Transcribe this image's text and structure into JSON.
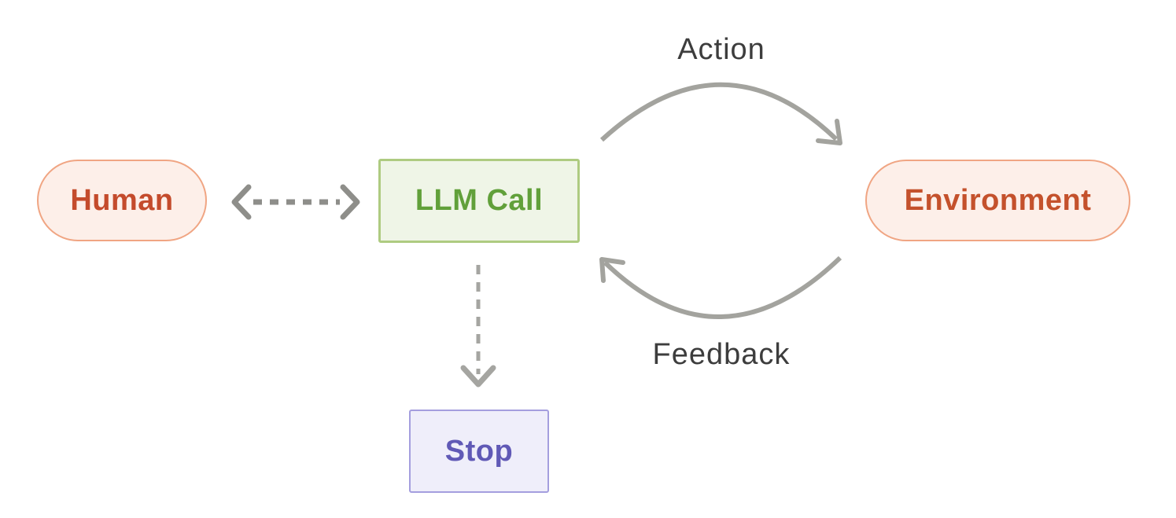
{
  "diagram": {
    "title": "Agent loop diagram",
    "background_color": "#ffffff",
    "nodes": {
      "human": {
        "label": "Human",
        "shape": "pill",
        "fill": "#fdefe9",
        "border_color": "#f0a583",
        "text_color": "#c44b2c"
      },
      "llm_call": {
        "label": "LLM Call",
        "shape": "rectangle",
        "fill": "#eff5e7",
        "border_color": "#aecb81",
        "text_color": "#61a03a"
      },
      "environment": {
        "label": "Environment",
        "shape": "pill",
        "fill": "#fdefe9",
        "border_color": "#f0a583",
        "text_color": "#c4512c"
      },
      "stop": {
        "label": "Stop",
        "shape": "rectangle",
        "fill": "#efeefa",
        "border_color": "#a49ede",
        "text_color": "#6059b6"
      }
    },
    "edges": {
      "action": {
        "label": "Action",
        "from": "llm_call",
        "to": "environment",
        "style": "solid-curved-arrow",
        "color": "#a3a39e",
        "label_color": "#3d3d3d"
      },
      "feedback": {
        "label": "Feedback",
        "from": "environment",
        "to": "llm_call",
        "style": "solid-curved-arrow",
        "color": "#a3a39e",
        "label_color": "#3d3d3d"
      },
      "human_llm": {
        "label": "",
        "from": "human",
        "to": "llm_call",
        "style": "dashed-bidirectional-arrow",
        "color": "#8e8e8a"
      },
      "llm_stop": {
        "label": "",
        "from": "llm_call",
        "to": "stop",
        "style": "dashed-arrow",
        "color": "#a5a5a1"
      }
    }
  }
}
